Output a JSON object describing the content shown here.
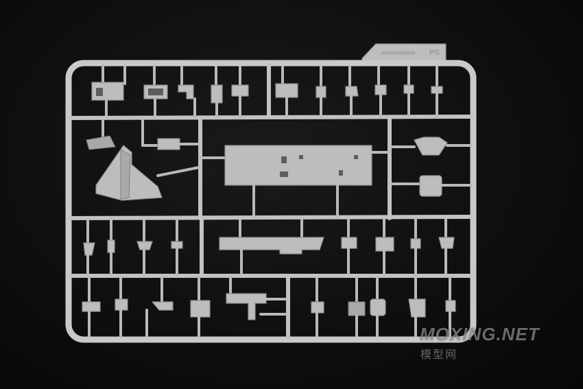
{
  "sprue": {
    "tag_letter": "PS",
    "tag_text": "###########"
  },
  "watermark": {
    "main": "MOXING.NET",
    "sub": "模型网"
  }
}
